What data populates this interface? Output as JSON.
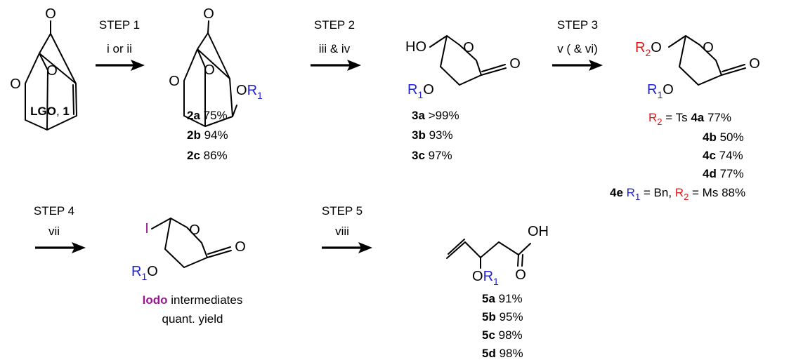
{
  "steps": {
    "s1": {
      "title": "STEP 1",
      "reagent": "i or ii"
    },
    "s2": {
      "title": "STEP 2",
      "reagent": "iii & iv"
    },
    "s3": {
      "title": "STEP 3",
      "reagent": "v ( & vi)"
    },
    "s4": {
      "title": "STEP 4",
      "reagent": "vii"
    },
    "s5": {
      "title": "STEP 5",
      "reagent": "viii"
    }
  },
  "atoms": {
    "O": "O",
    "OH": "OH",
    "HO": "HO",
    "I": "I",
    "R1": "R",
    "R2": "R",
    "sub1": "1",
    "sub2": "2"
  },
  "lgo": {
    "name": "LGO",
    "sep": ", ",
    "num": "1"
  },
  "compounds": {
    "c2a": {
      "id": "2a",
      "yield": " 75%"
    },
    "c2b": {
      "id": "2b",
      "yield": " 94%"
    },
    "c2c": {
      "id": "2c",
      "yield": " 86%"
    },
    "c3a": {
      "id": "3a",
      "yield": "  >99%"
    },
    "c3b": {
      "id": "3b",
      "yield": " 93%"
    },
    "c3c": {
      "id": "3c",
      "yield": " 97%"
    },
    "c4a": {
      "id": "4a",
      "yield": " 77%"
    },
    "c4b": {
      "id": "4b",
      "yield": " 50%"
    },
    "c4c": {
      "id": "4c",
      "yield": " 74%"
    },
    "c4d": {
      "id": "4d",
      "yield": " 77%"
    },
    "c5a": {
      "id": "5a",
      "yield": "  91%"
    },
    "c5b": {
      "id": "5b",
      "yield": " 95%"
    },
    "c5c": {
      "id": "5c",
      "yield": " 98%"
    },
    "c5d": {
      "id": "5d",
      "yield": " 98%"
    }
  },
  "r2_ts": {
    "eq": " = Ts "
  },
  "c4e": {
    "id": "4e",
    "r1_eq": " = Bn, ",
    "r2_eq": " = Ms 88%"
  },
  "iodo": {
    "word": "Iodo",
    "rest": " intermediates",
    "line2": "quant. yield"
  }
}
